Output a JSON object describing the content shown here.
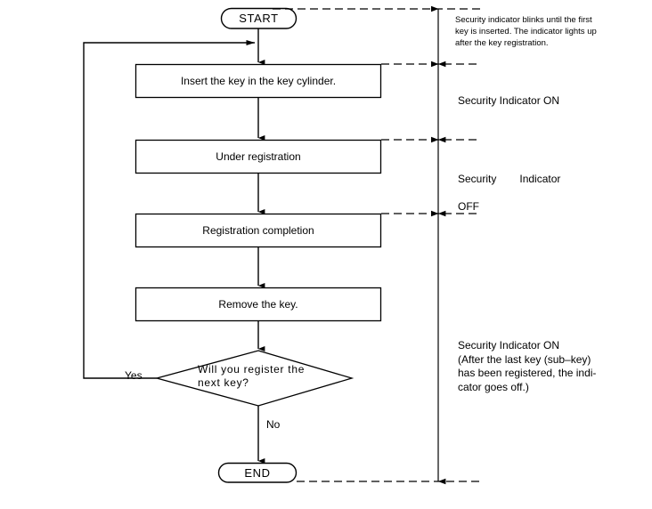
{
  "diagram": {
    "title": "Key registration procedure flowchart",
    "background_color": "#ffffff",
    "line_color": "#000000"
  },
  "nodes": {
    "start": {
      "label": "START",
      "shape": "terminator"
    },
    "step1": {
      "label": "Insert the key in the key cylinder.",
      "shape": "process"
    },
    "step2": {
      "label": "Under registration",
      "shape": "process"
    },
    "step3": {
      "label": "Registration completion",
      "shape": "process"
    },
    "step4": {
      "label": "Remove the key.",
      "shape": "process"
    },
    "decision": {
      "label_line1": "Will you register the",
      "label_line2": "next key?",
      "shape": "decision"
    },
    "end": {
      "label": "END",
      "shape": "terminator"
    }
  },
  "branches": {
    "yes": "Yes",
    "no": "No"
  },
  "annotations": [
    {
      "id": "annotation-blink",
      "lines": "Security indicator blinks until the first\nkey is inserted. The indicator lights up\nafter the key registration."
    },
    {
      "id": "annotation-indicator-on",
      "lines": "Security Indicator ON"
    },
    {
      "id": "annotation-indicator-off",
      "line1": "Security",
      "line2": "Indicator",
      "line3": "OFF"
    },
    {
      "id": "annotation-indicator-on-last",
      "lines": "Security Indicator ON\n(After the last key (sub–key)\nhas been registered, the indi-\ncator goes off.)"
    }
  ]
}
